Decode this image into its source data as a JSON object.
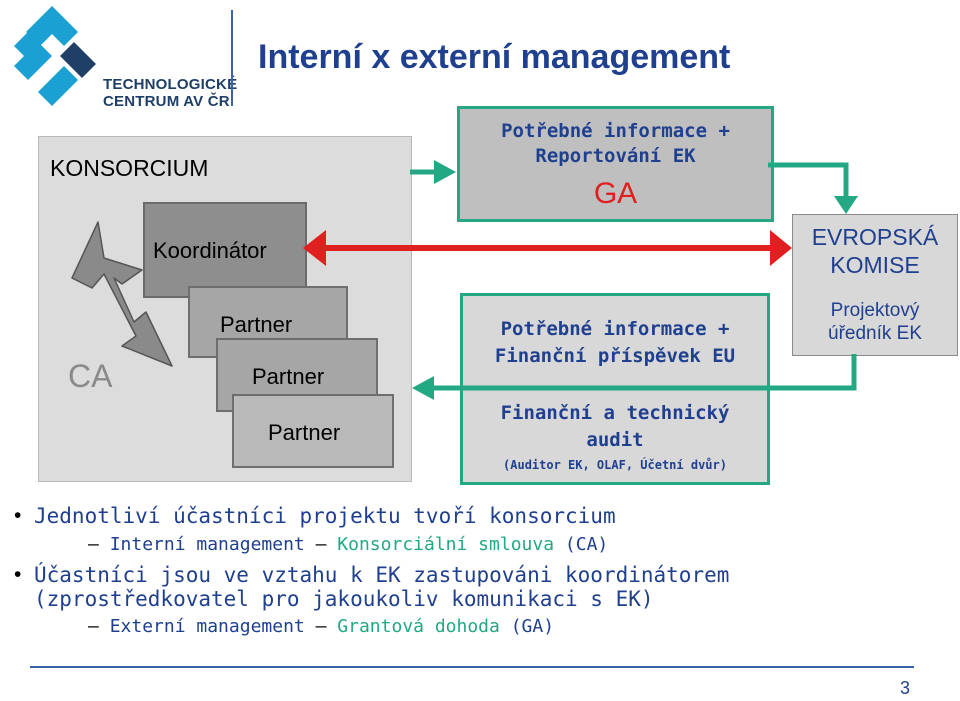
{
  "logo": {
    "line1": "TECHNOLOGICKÉ",
    "line2": "CENTRUM AV ČR"
  },
  "title": "Interní x externí management",
  "diagram": {
    "konsorcium": "KONSORCIUM",
    "ca": "CA",
    "koordinator": "Koordinátor",
    "partner1": "Partner",
    "partner2": "Partner",
    "partner3": "Partner",
    "ga_box": {
      "line1": "Potřebné informace +",
      "line2": "Reportování EK",
      "ga": "GA"
    },
    "eu_box": {
      "line1": "Potřebné informace +",
      "line2": "Finanční příspěvek EU"
    },
    "audit_box": {
      "line1": "Finanční a technický",
      "line2": "audit",
      "line3": "(Auditor EK, OLAF, Účetní dvůr)"
    },
    "ek_box": {
      "line1": "EVROPSKÁ",
      "line2": "KOMISE",
      "line3": "Projektový",
      "line4": "úředník EK"
    }
  },
  "bullets": {
    "b1": "Jednotliví účastníci projektu tvoří konsorcium",
    "b1_sub_a": "Interní management",
    "b1_sub_b": "Konsorciální smlouva",
    "b1_sub_c": "(CA)",
    "b2_line1": "Účastníci jsou ve vztahu k EK zastupováni koordinátorem",
    "b2_line2": "(zprostředkovatel pro jakoukoliv komunikaci s EK)",
    "b2_sub_a": "Externí management",
    "b2_sub_b": "Grantová dohoda",
    "b2_sub_c": "(GA)"
  },
  "page_number": "3",
  "colors": {
    "title_blue": "#1f3f8f",
    "accent_green": "#22a883",
    "arrow_red": "#e02020",
    "gray_text": "#8a8a8a"
  }
}
